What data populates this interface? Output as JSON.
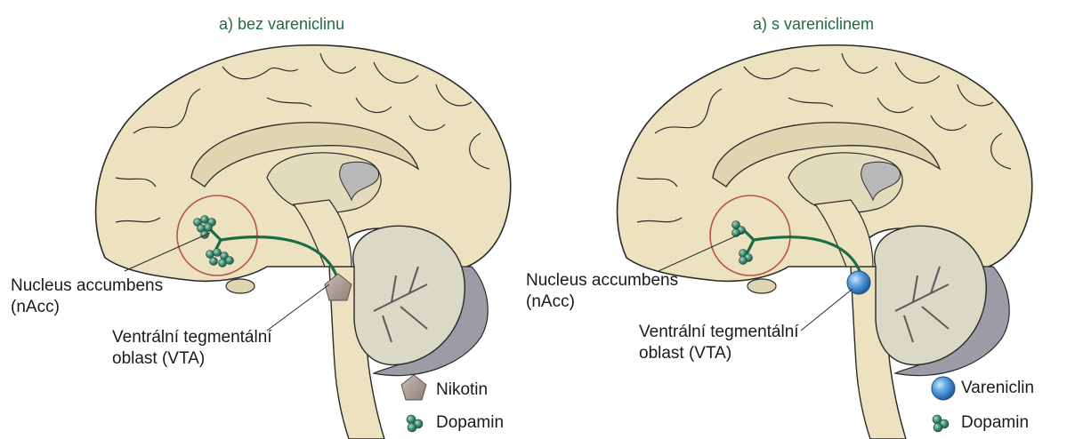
{
  "panels": [
    {
      "title": "a) bez vareniclinu",
      "nacc_label_line1": "Nucleus accumbens",
      "nacc_label_line2": "(nAcc)",
      "vta_label_line1": "Ventrální tegmentální",
      "vta_label_line2": "oblast (VTA)",
      "legend": [
        {
          "label": "Nikotin",
          "icon": "pentagon-nicotine-icon"
        },
        {
          "label": "Dopamin",
          "icon": "dopamine-cluster-icon"
        }
      ]
    },
    {
      "title": "a) s vareniclinem",
      "nacc_label_line1": "Nucleus accumbens",
      "nacc_label_line2": "(nAcc)",
      "vta_label_line1": "Ventrální tegmentální",
      "vta_label_line2": "oblast (VTA)",
      "legend": [
        {
          "label": "Vareniclin",
          "icon": "sphere-varenicline-icon"
        },
        {
          "label": "Dopamin",
          "icon": "dopamine-cluster-icon"
        }
      ]
    }
  ],
  "colors": {
    "title": "#1f6b3f",
    "cortex": "#ece2c0",
    "outline": "#2a2a2a",
    "pathway": "#1d6b45",
    "dopamine": "#3f8a70",
    "nicotine": "#a89a92",
    "varenicline": "#3a86c8",
    "circle": "#b5554a",
    "cerebellum": "#d9d9c6",
    "brainstem": "#9c9ca6"
  }
}
